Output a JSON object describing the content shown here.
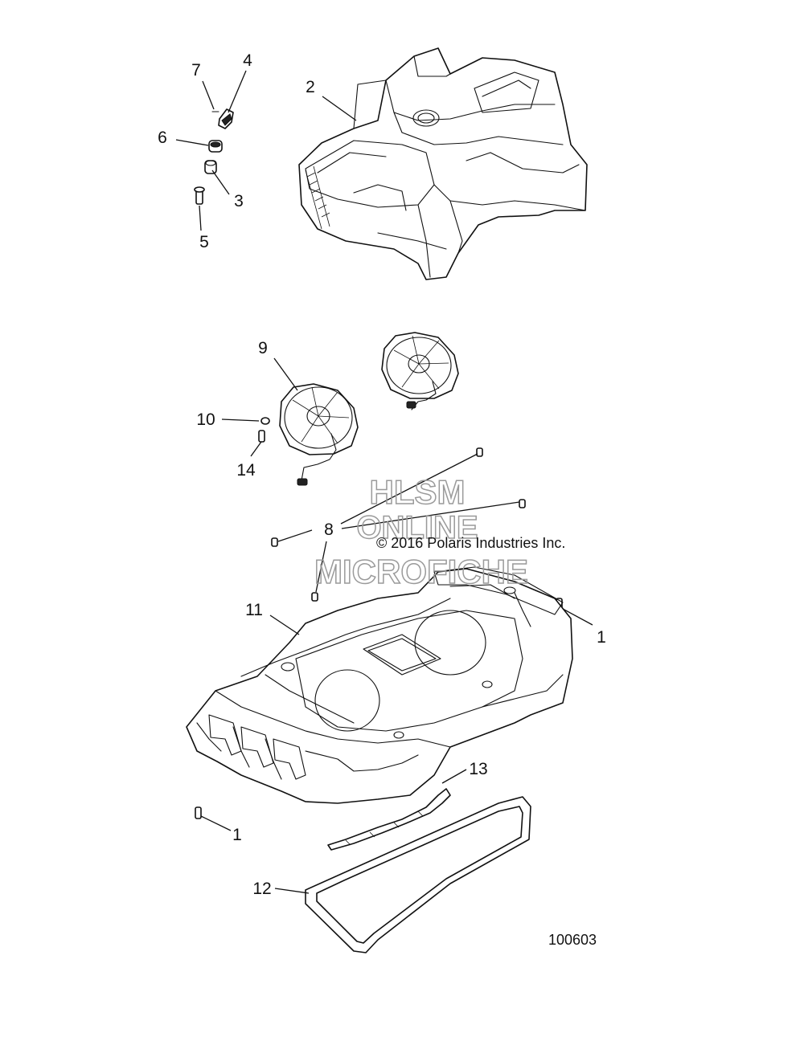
{
  "diagram": {
    "document_number": "100603",
    "copyright": "© 2016 Polaris Industries Inc.",
    "watermark": [
      "HLSM",
      "ONLINE",
      "MICROFICHE"
    ],
    "callouts": [
      {
        "key": "c1a",
        "label": "1"
      },
      {
        "key": "c1b",
        "label": "1"
      },
      {
        "key": "c2",
        "label": "2"
      },
      {
        "key": "c3",
        "label": "3"
      },
      {
        "key": "c4",
        "label": "4"
      },
      {
        "key": "c5",
        "label": "5"
      },
      {
        "key": "c6",
        "label": "6"
      },
      {
        "key": "c7",
        "label": "7"
      },
      {
        "key": "c8",
        "label": "8"
      },
      {
        "key": "c9",
        "label": "9"
      },
      {
        "key": "c10",
        "label": "10"
      },
      {
        "key": "c11",
        "label": "11"
      },
      {
        "key": "c12",
        "label": "12"
      },
      {
        "key": "c13",
        "label": "13"
      },
      {
        "key": "c14",
        "label": "14"
      }
    ]
  },
  "colors": {
    "line": "#111111",
    "watermark": "#9a9a9a",
    "background": "#ffffff"
  }
}
